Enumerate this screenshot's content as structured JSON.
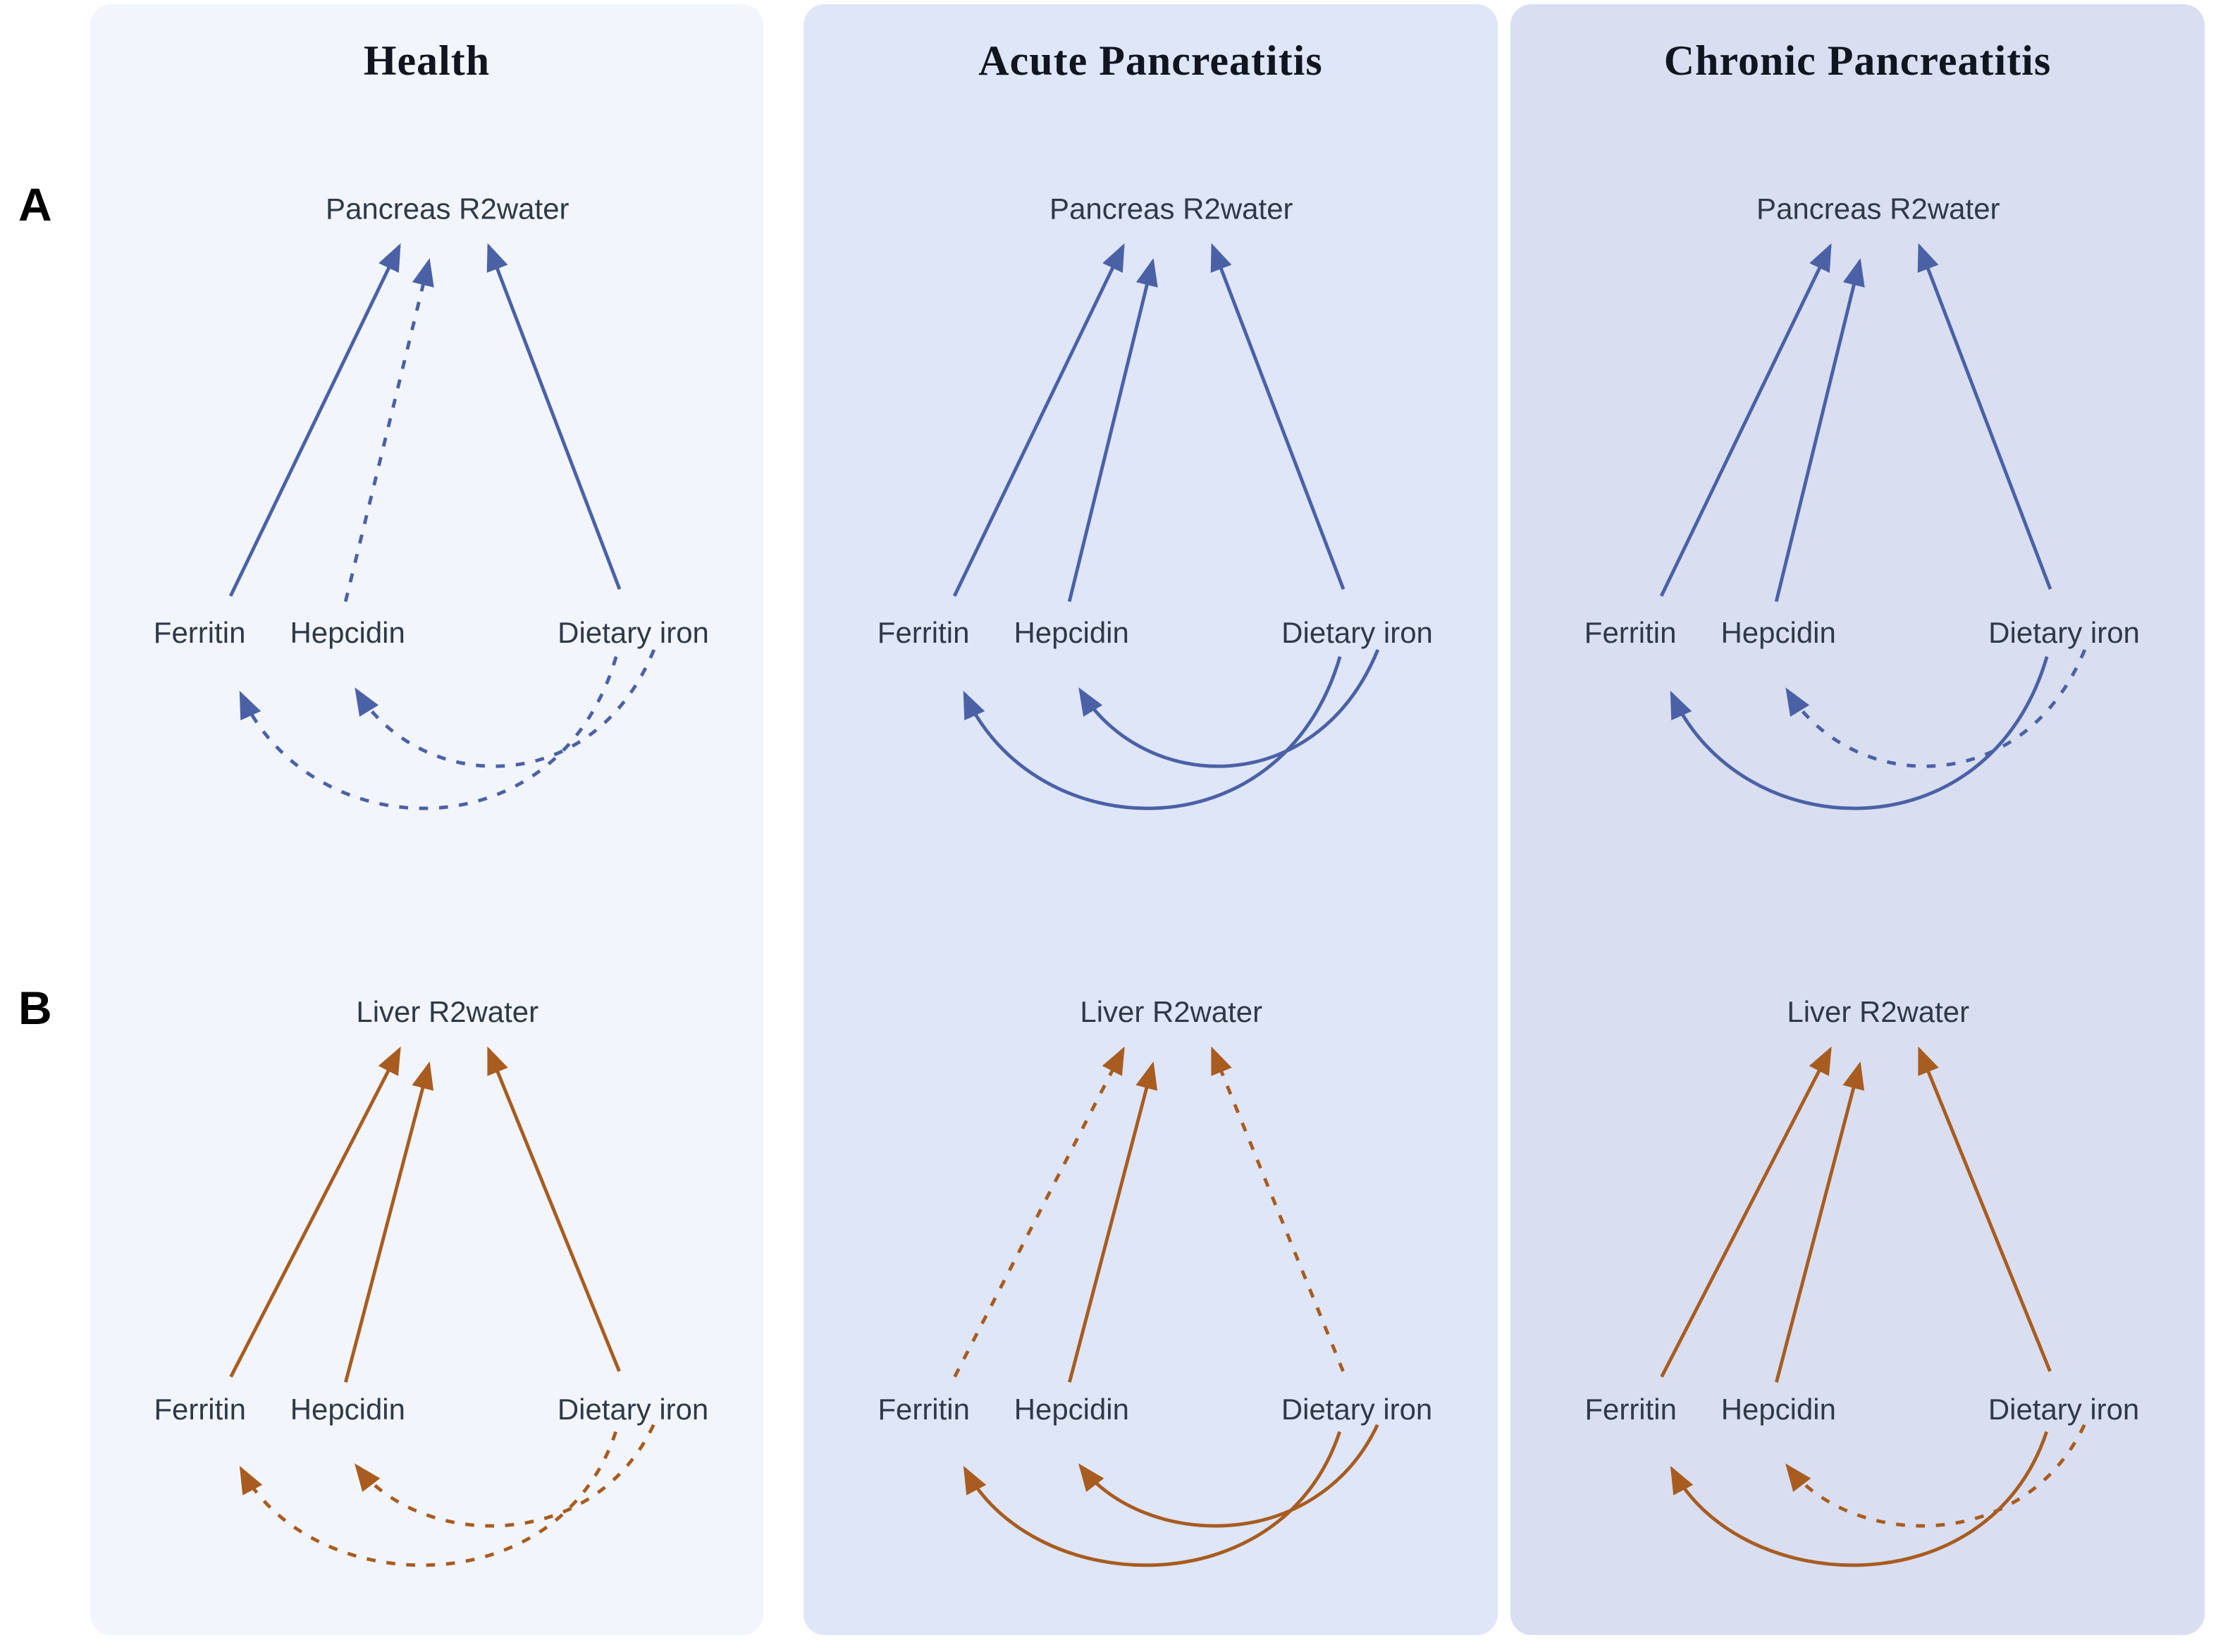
{
  "figure": {
    "row_labels": [
      {
        "label": "A"
      },
      {
        "label": "B"
      }
    ],
    "source_nodes": [
      {
        "id": "ferritin",
        "label": "Ferritin"
      },
      {
        "id": "hepcidin",
        "label": "Hepcidin"
      },
      {
        "id": "dietary",
        "label": "Dietary iron"
      }
    ],
    "colors": {
      "row_a_arrow": "#4b61a6",
      "row_b_arrow": "#a85c20",
      "panel_backgrounds": [
        "#f2f5fb",
        "#dfe6f8",
        "#d9dff0"
      ],
      "title_text": "#10151f",
      "node_text": "#2f3947",
      "row_label_text": "#000000"
    },
    "panels": [
      {
        "title": "Health",
        "rows": {
          "row_a": {
            "target": "Pancreas R2water",
            "edges": {
              "ferritin": "solid",
              "hepcidin": "dashed",
              "dietary": "solid"
            },
            "feedback": {
              "ferritin": "dashed",
              "hepcidin": "dashed"
            }
          },
          "row_b": {
            "target": "Liver R2water",
            "edges": {
              "ferritin": "solid",
              "hepcidin": "solid",
              "dietary": "solid"
            },
            "feedback": {
              "ferritin": "dashed",
              "hepcidin": "dashed"
            }
          }
        }
      },
      {
        "title": "Acute Pancreatitis",
        "rows": {
          "row_a": {
            "target": "Pancreas R2water",
            "edges": {
              "ferritin": "solid",
              "hepcidin": "solid",
              "dietary": "solid"
            },
            "feedback": {
              "ferritin": "solid",
              "hepcidin": "solid"
            }
          },
          "row_b": {
            "target": "Liver R2water",
            "edges": {
              "ferritin": "dashed",
              "hepcidin": "solid",
              "dietary": "dashed"
            },
            "feedback": {
              "ferritin": "solid",
              "hepcidin": "solid"
            }
          }
        }
      },
      {
        "title": "Chronic Pancreatitis",
        "rows": {
          "row_a": {
            "target": "Pancreas R2water",
            "edges": {
              "ferritin": "solid",
              "hepcidin": "solid",
              "dietary": "solid"
            },
            "feedback": {
              "ferritin": "solid",
              "hepcidin": "dashed"
            }
          },
          "row_b": {
            "target": "Liver R2water",
            "edges": {
              "ferritin": "solid",
              "hepcidin": "solid",
              "dietary": "solid"
            },
            "feedback": {
              "ferritin": "solid",
              "hepcidin": "dashed"
            }
          }
        }
      }
    ]
  }
}
